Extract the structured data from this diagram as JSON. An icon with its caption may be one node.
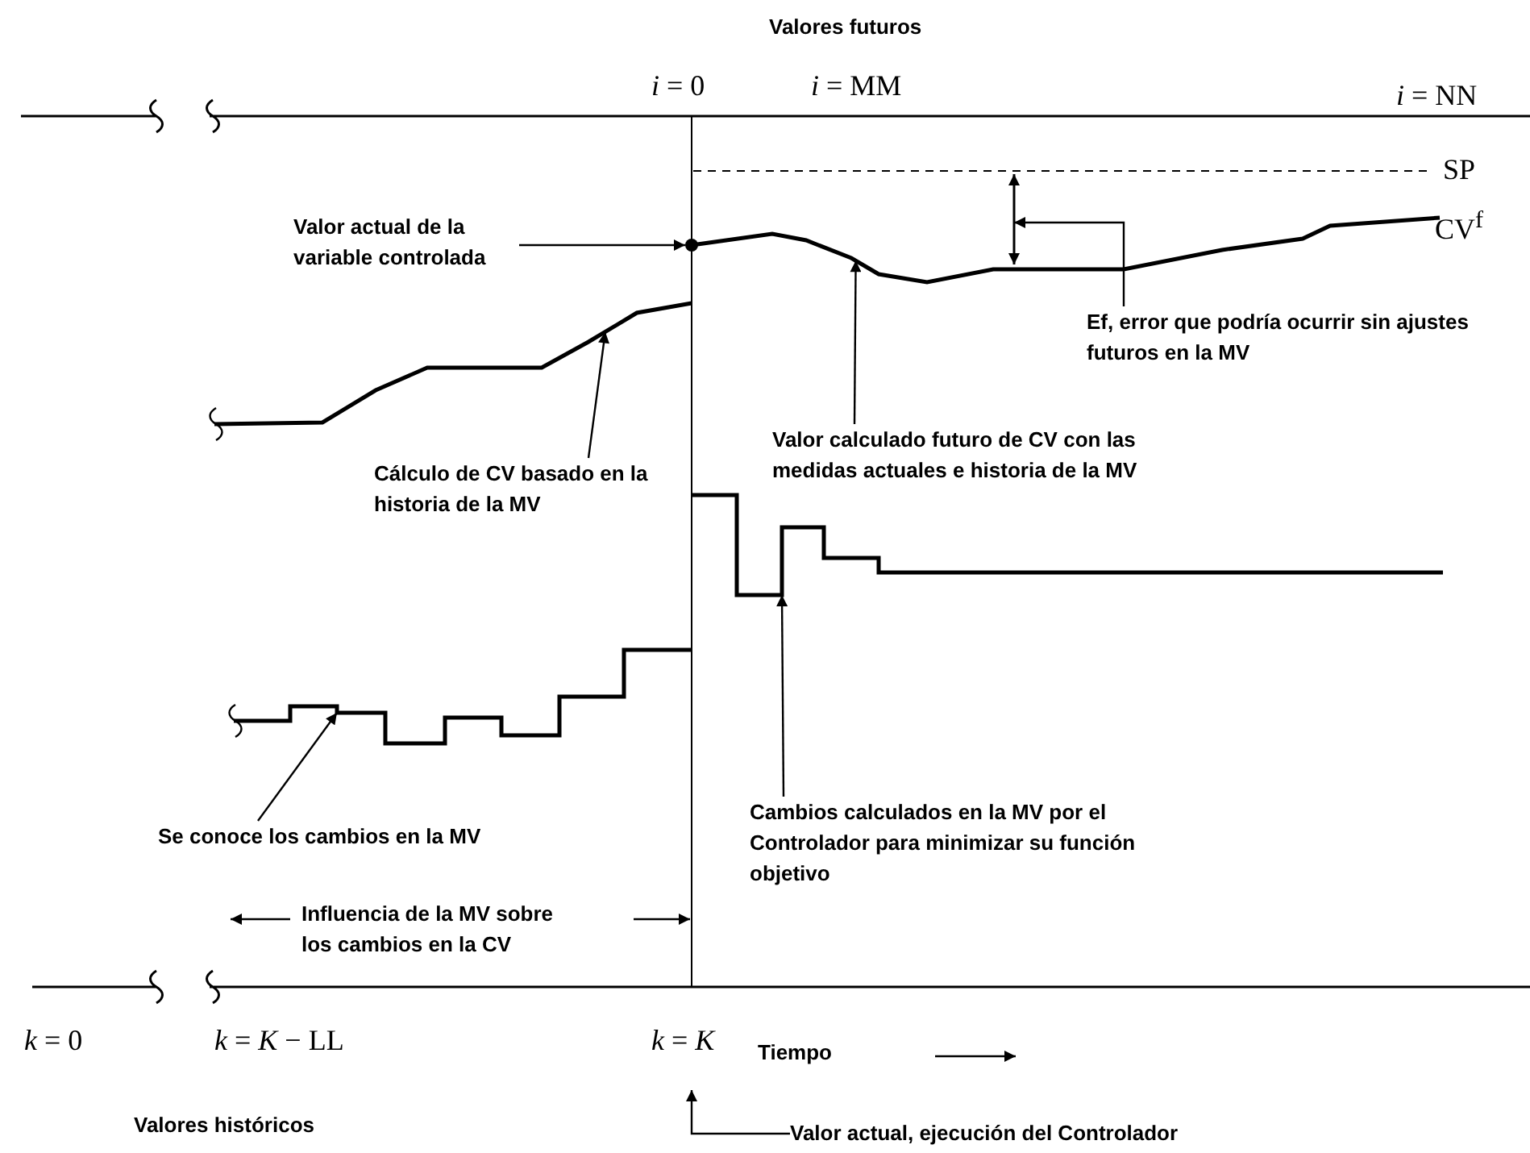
{
  "diagram": {
    "nodes": [
      {
        "text": [
          "Valor actual de la variable controlada"
        ]
      },
      {
        "text": [],
        "shape": "circle"
      },
      {
        "text": [
          "Cálculo de CV basado en la historia de la MV"
        ]
      },
      {
        "text": [
          "Valor calculado futuro de CV con las medidas actuales e historia de la MV"
        ]
      },
      {
        "text": [
          "Ef, error que podría ocurrir sin ajustes futuros en la MV"
        ]
      },
      {
        "text": [
          "Se conoce los cambios en la MV"
        ]
      },
      {
        "text": [
          "Cambios calculados en la MV por el Controlador para minimizar su función objetivo"
        ]
      },
      {
        "text": [
          "Valor actual, ejecución del Controlador"
        ]
      },
      {
        "text": [],
        "shape": "curve"
      },
      {
        "text": [],
        "shape": "curve"
      },
      {
        "text": [],
        "shape": "curve"
      },
      {
        "text": [],
        "shape": "curve"
      },
      {
        "text": [],
        "shape": "arrow"
      }
    ],
    "edges": [
      {
        "from": 0,
        "to": 1,
        "arrow": "to"
      },
      {
        "from": 2,
        "to": 9,
        "arrow": "to"
      },
      {
        "from": 3,
        "to": 8,
        "arrow": "to"
      },
      {
        "from": 4,
        "to": 12,
        "arrow": "to"
      },
      {
        "from": 5,
        "to": 11,
        "arrow": "to"
      },
      {
        "from": 6,
        "to": 10,
        "arrow": "to"
      },
      {
        "from": 7,
        "to": null,
        "arrow": "to"
      }
    ],
    "labels": [
      "Valores futuros",
      "*i* = 0",
      "*i* = MM",
      "*i* = NN",
      "SP",
      "CV$^{f}$",
      "Influencia de la MV sobre los cambios en la CV",
      "*k* = 0",
      "*k* = *K* − LL",
      "*k* = *K*",
      "Tiempo",
      "Valores históricos"
    ]
  }
}
